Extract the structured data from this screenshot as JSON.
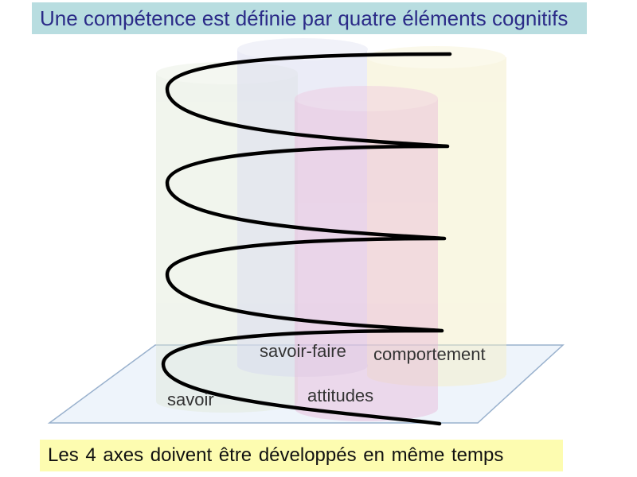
{
  "title": "Une compétence est définie par quatre éléments cognitifs",
  "footer": "Les 4 axes doivent être développés en même temps",
  "labels": {
    "savoir": "savoir",
    "savoir_faire": "savoir-faire",
    "comportement": "comportement",
    "attitudes": "attitudes"
  },
  "colors": {
    "title_bg": "#b8dde0",
    "title_text": "#2b2b88",
    "footer_bg": "#fdfcb0",
    "plane_fill": "#edf3fb",
    "plane_stroke": "#8fa9c8",
    "cylinder_savoir": "#dfe8d8",
    "cylinder_savoir_faire": "#d9dbf0",
    "cylinder_attitudes": "#e8b8d8",
    "cylinder_comportement": "#f4efc8",
    "spiral": "#000000"
  }
}
